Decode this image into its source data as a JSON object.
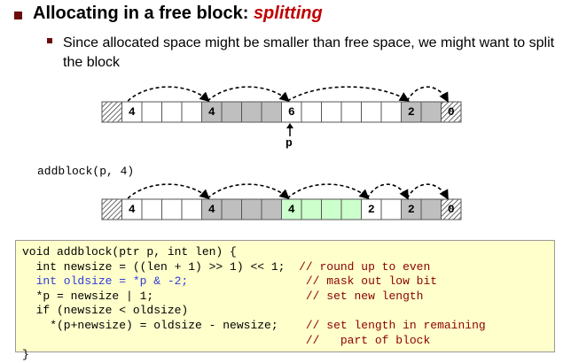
{
  "title_main": "Allocating in a free block: ",
  "title_emph": "splitting",
  "subtitle": "Since allocated space might be smaller than free space, we might want to split the block",
  "pointer_label": "p",
  "call_text": "addblock(p, 4)",
  "colors": {
    "bullet": "#6b0c0c",
    "emphasis": "#c00000",
    "allocated": "#bfbfbf",
    "new_block": "#ccffcc",
    "code_bg": "#ffffcc",
    "comment": "#8b0000",
    "highlight": "#2e3bd6"
  },
  "heap_before": [
    {
      "type": "hatch",
      "label": ""
    },
    {
      "type": "free",
      "label": "4"
    },
    {
      "type": "free",
      "label": ""
    },
    {
      "type": "free",
      "label": ""
    },
    {
      "type": "free",
      "label": ""
    },
    {
      "type": "alloc",
      "label": "4"
    },
    {
      "type": "alloc",
      "label": ""
    },
    {
      "type": "alloc",
      "label": ""
    },
    {
      "type": "alloc",
      "label": ""
    },
    {
      "type": "free",
      "label": "6"
    },
    {
      "type": "free",
      "label": ""
    },
    {
      "type": "free",
      "label": ""
    },
    {
      "type": "free",
      "label": ""
    },
    {
      "type": "free",
      "label": ""
    },
    {
      "type": "free",
      "label": ""
    },
    {
      "type": "alloc",
      "label": "2"
    },
    {
      "type": "alloc",
      "label": ""
    },
    {
      "type": "hatch",
      "label": "0"
    }
  ],
  "heap_after": [
    {
      "type": "hatch",
      "label": ""
    },
    {
      "type": "free",
      "label": "4"
    },
    {
      "type": "free",
      "label": ""
    },
    {
      "type": "free",
      "label": ""
    },
    {
      "type": "free",
      "label": ""
    },
    {
      "type": "alloc",
      "label": "4"
    },
    {
      "type": "alloc",
      "label": ""
    },
    {
      "type": "alloc",
      "label": ""
    },
    {
      "type": "alloc",
      "label": ""
    },
    {
      "type": "new",
      "label": "4"
    },
    {
      "type": "new",
      "label": ""
    },
    {
      "type": "new",
      "label": ""
    },
    {
      "type": "new",
      "label": ""
    },
    {
      "type": "free",
      "label": "2"
    },
    {
      "type": "free",
      "label": ""
    },
    {
      "type": "alloc",
      "label": "2"
    },
    {
      "type": "alloc",
      "label": ""
    },
    {
      "type": "hatch",
      "label": "0"
    }
  ],
  "arcs_before": [
    [
      1,
      5
    ],
    [
      5,
      9
    ],
    [
      9,
      15
    ],
    [
      15,
      17
    ]
  ],
  "arcs_after": [
    [
      1,
      5
    ],
    [
      5,
      9
    ],
    [
      9,
      13
    ],
    [
      13,
      15
    ],
    [
      15,
      17
    ]
  ],
  "code": [
    [
      {
        "t": "void addblock(ptr p, int len) {"
      }
    ],
    [
      {
        "t": "  int newsize = ((len + 1) >> 1) << 1;  "
      },
      {
        "t": "// round up to even",
        "c": "cmt"
      }
    ],
    [
      {
        "t": "  int oldsize = *p & -2;",
        "c": "blue"
      },
      {
        "t": "                 "
      },
      {
        "t": "// mask out low bit",
        "c": "cmt"
      }
    ],
    [
      {
        "t": "  *p = newsize | 1;                      "
      },
      {
        "t": "// set new length",
        "c": "cmt"
      }
    ],
    [
      {
        "t": "  if (newsize < oldsize)"
      }
    ],
    [
      {
        "t": "    *(p+newsize) = oldsize - newsize;    "
      },
      {
        "t": "// set length in remaining",
        "c": "cmt"
      }
    ],
    [
      {
        "t": "                                         "
      },
      {
        "t": "//   part of block",
        "c": "cmt"
      }
    ],
    [
      {
        "t": "}"
      }
    ]
  ]
}
